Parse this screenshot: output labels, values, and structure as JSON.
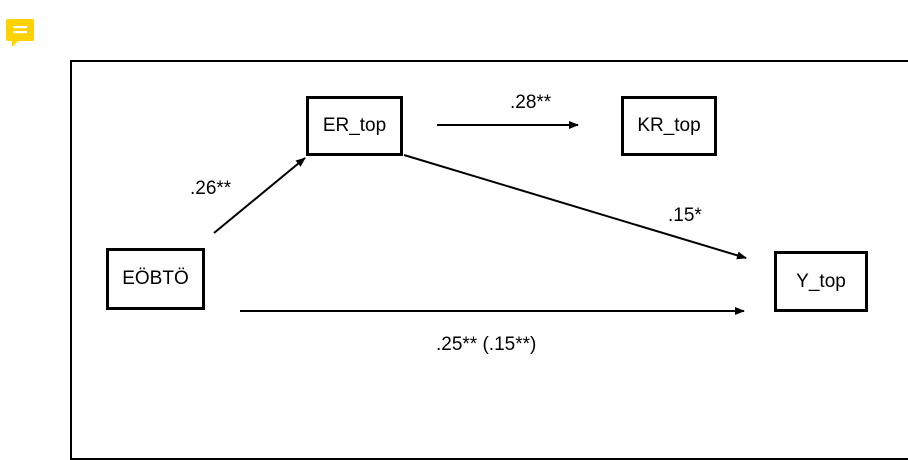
{
  "colors": {
    "comment_icon": "#FFD200",
    "lines": "#000000",
    "background": "#FFFFFF"
  },
  "toolbar": {
    "comment_icon": "comment-icon"
  },
  "diagram": {
    "nodes": {
      "eobto": "EÖBTÖ",
      "er_top": "ER_top",
      "kr_top": "KR_top",
      "y_top": "Y_top"
    },
    "paths": {
      "eobto_to_er": ".26**",
      "er_to_kr": ".28**",
      "er_to_y": ".15*",
      "eobto_to_y": ".25** (.15**)"
    }
  }
}
